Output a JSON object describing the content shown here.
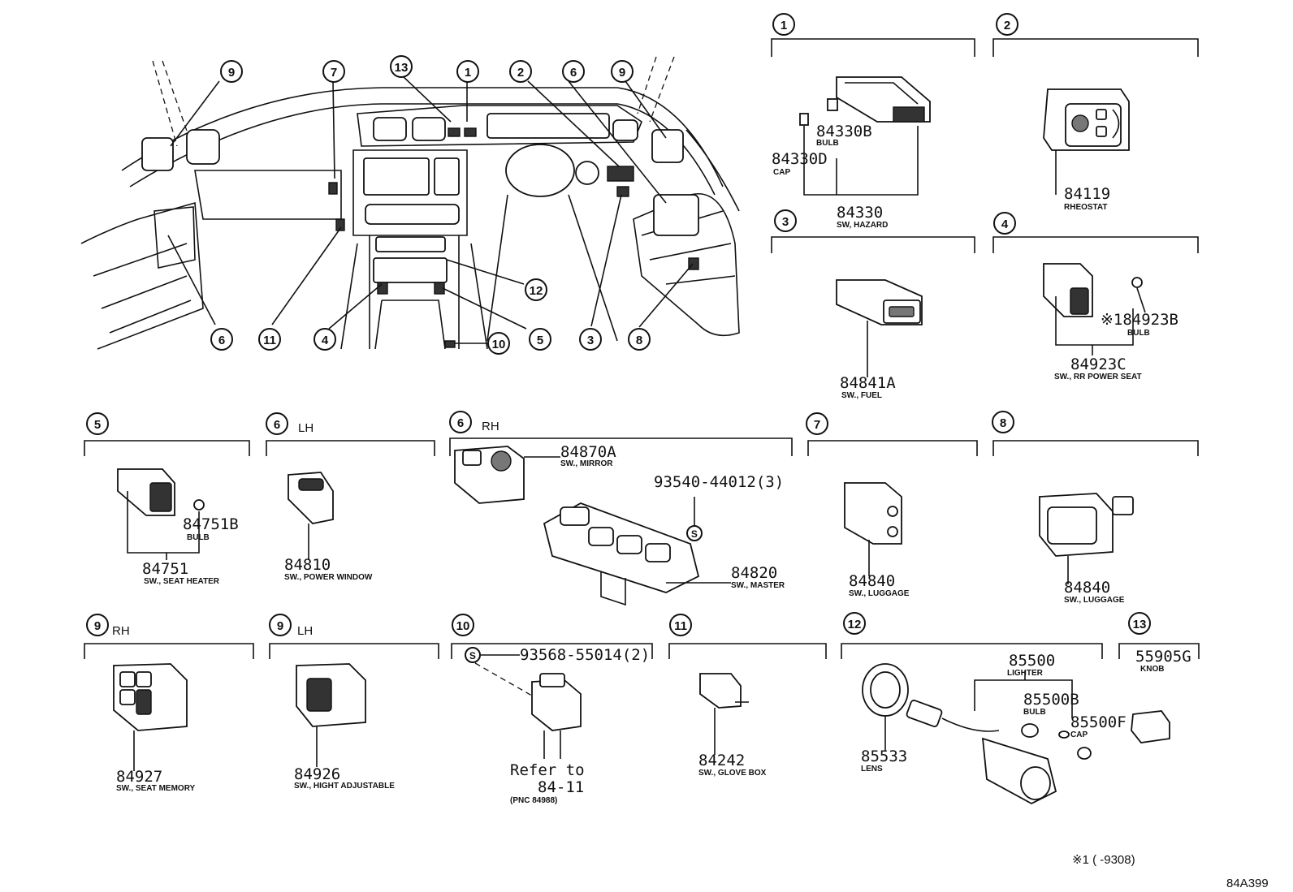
{
  "callouts": {
    "c1": "1",
    "c2": "2",
    "c3": "3",
    "c4": "4",
    "c5": "5",
    "c6": "6",
    "c7": "7",
    "c8": "8",
    "c9": "9",
    "c10": "10",
    "c11": "11",
    "c12": "12",
    "c13": "13"
  },
  "sides": {
    "lh": "LH",
    "rh": "RH"
  },
  "parts": {
    "p84330B": "84330B",
    "bulb": "BULB",
    "p84330D": "84330D",
    "cap": "CAP",
    "p84330": "84330",
    "swHazard": "SW, HAZARD",
    "p84119": "84119",
    "rheostat": "RHEOSTAT",
    "p84841A": "84841A",
    "swFuel": "SW., FUEL",
    "p84923B": "※184923B",
    "p84923C": "84923C",
    "swRrPowerSeat": "SW., RR POWER SEAT",
    "p84751B": "84751B",
    "p84751": "84751",
    "swSeatHeater": "SW., SEAT HEATER",
    "p84810": "84810",
    "swPowerWindow": "SW., POWER WINDOW",
    "p84870A": "84870A",
    "swMirror": "SW., MIRROR",
    "p93540": "93540-44012(3)",
    "p84820": "84820",
    "swMaster": "SW., MASTER",
    "p84840a": "84840",
    "p84840b": "84840",
    "swLuggage": "SW., LUGGAGE",
    "p84927": "84927",
    "swSeatMemory": "SW., SEAT MEMORY",
    "p84926": "84926",
    "swHightAdjustable": "SW., HIGHT ADJUSTABLE",
    "p93568": "93568-55014(2)",
    "referTo": "Refer to",
    "ref8411": "84-11",
    "pnc": "(PNC 84988)",
    "p84242": "84242",
    "swGloveBox": "SW., GLOVE BOX",
    "p85500": "85500",
    "lighter": "LIGHTER",
    "p85500B": "85500B",
    "p85500F": "85500F",
    "p85533": "85533",
    "lens": "LENS",
    "p55905G": "55905G",
    "knob": "KNOB",
    "sMark": "S"
  },
  "footnote": "※1 (  -9308)",
  "figureCode": "84A399"
}
